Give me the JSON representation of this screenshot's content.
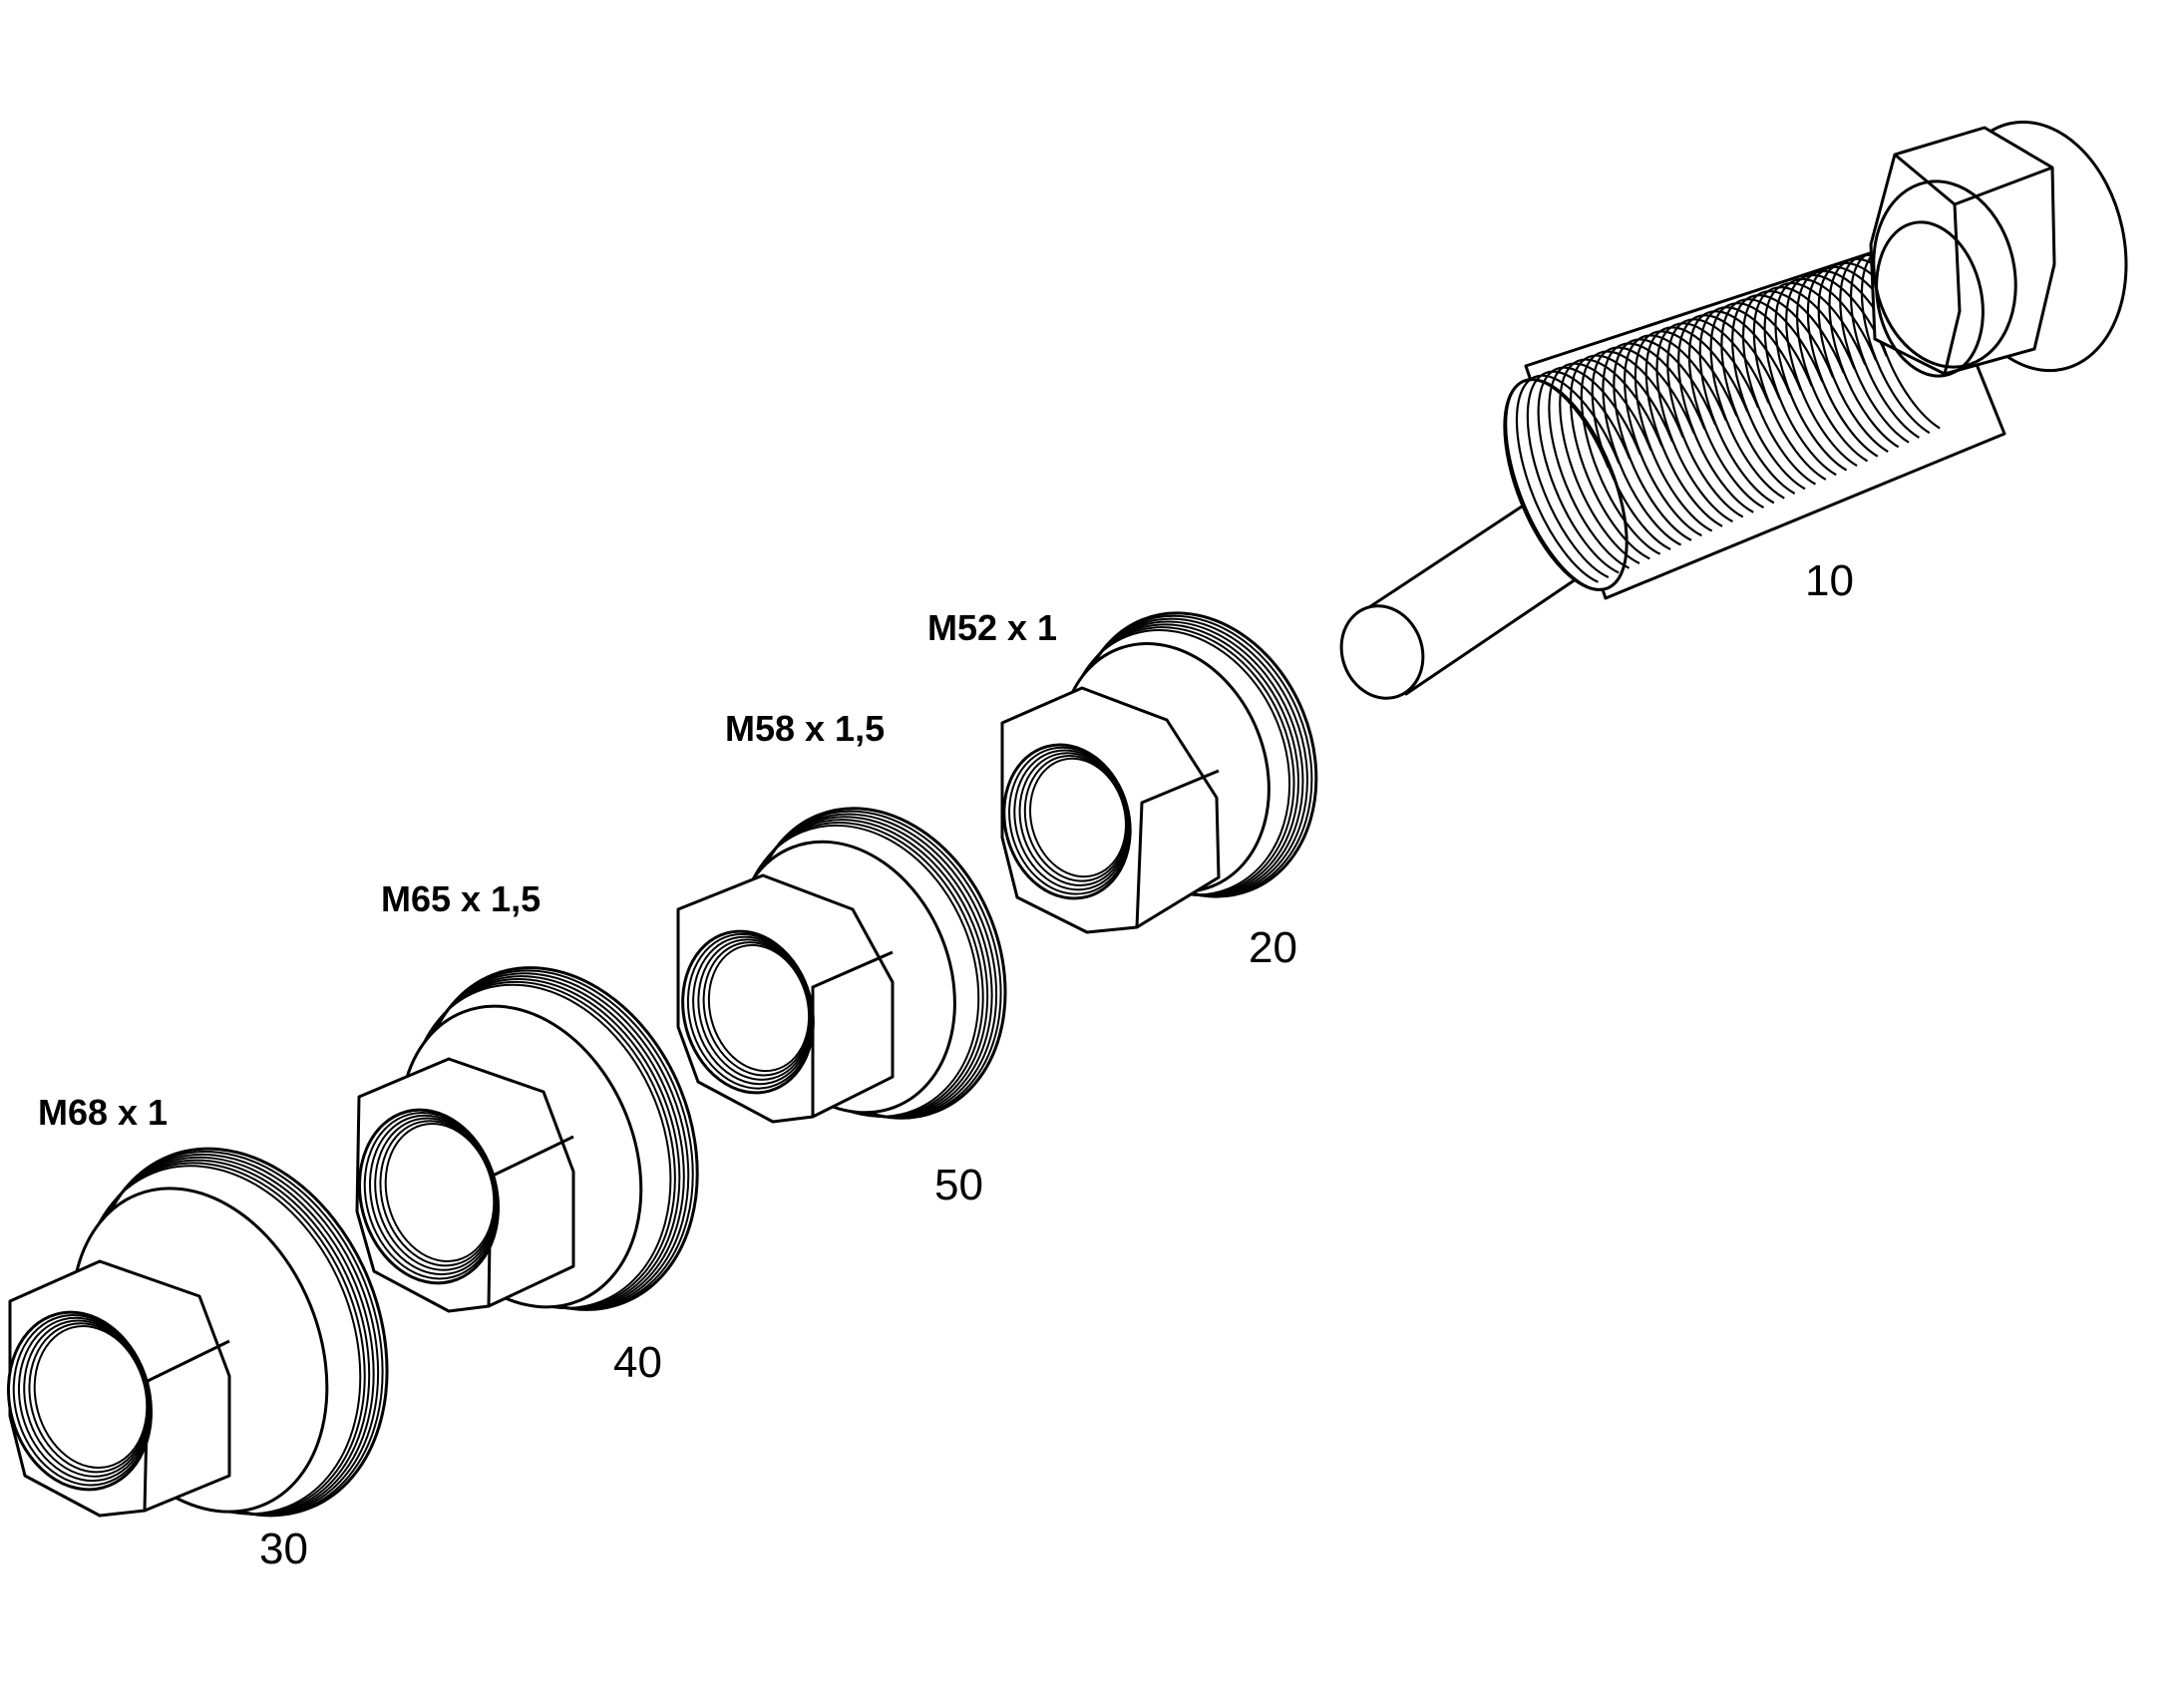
{
  "parts": [
    {
      "id": "bolt",
      "number": "10",
      "spec": ""
    },
    {
      "id": "adapter-m52",
      "number": "20",
      "spec": "M52 x 1"
    },
    {
      "id": "adapter-m68",
      "number": "30",
      "spec": "M68 x 1"
    },
    {
      "id": "adapter-m65",
      "number": "40",
      "spec": "M65 x 1,5"
    },
    {
      "id": "adapter-m58",
      "number": "50",
      "spec": "M58 x 1,5"
    }
  ],
  "colors": {
    "line": "#000000",
    "background": "#ffffff"
  }
}
